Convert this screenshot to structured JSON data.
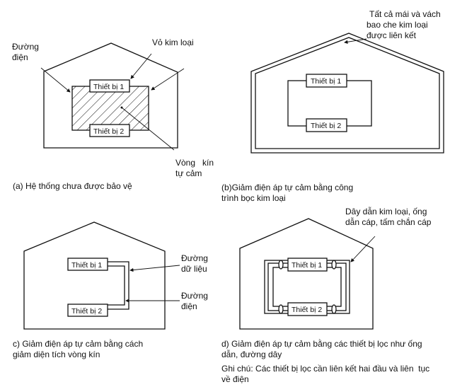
{
  "panel_a": {
    "label_power_line": [
      "Đường",
      "điện"
    ],
    "label_metal_enclosure": "Vỏ kim loại",
    "label_loop": [
      "Vòng   kín",
      "tự cảm"
    ],
    "device1": "Thiết bị 1",
    "device2": "Thiết bị 2",
    "caption": "(a) Hệ thống chưa được bảo vệ"
  },
  "panel_b": {
    "label_roof": [
      "Tất cả mái và vách",
      "bao che kim loại",
      "được liên kết"
    ],
    "device1": "Thiết bị 1",
    "device2": "Thiết bị 2",
    "caption": [
      "(b)Giảm điện áp tự cảm bằng công",
      "trình bọc kim loại"
    ]
  },
  "panel_c": {
    "label_data_line": [
      "Đường",
      "dữ liệu"
    ],
    "label_power_line": [
      "Đường",
      "điện"
    ],
    "device1": "Thiết bị 1",
    "device2": "Thiết bị 2",
    "caption": [
      "c) Giảm điện áp tự cảm bằng cách",
      "giảm diện tích vòng kín"
    ]
  },
  "panel_d": {
    "label_conductor": [
      "Dây dẫn kim loại, ống",
      "dẫn cáp, tấm chắn cáp"
    ],
    "device1": "Thiết bị 1",
    "device2": "Thiết bị 2",
    "caption": [
      "d) Giảm điện áp tự cảm bằng các thiết bị lọc như ống",
      "dẫn, đường dây"
    ],
    "note": [
      "Ghi chú: Các thiết bị lọc cần liên kết hai đầu và liên  tục",
      "về điện"
    ]
  }
}
